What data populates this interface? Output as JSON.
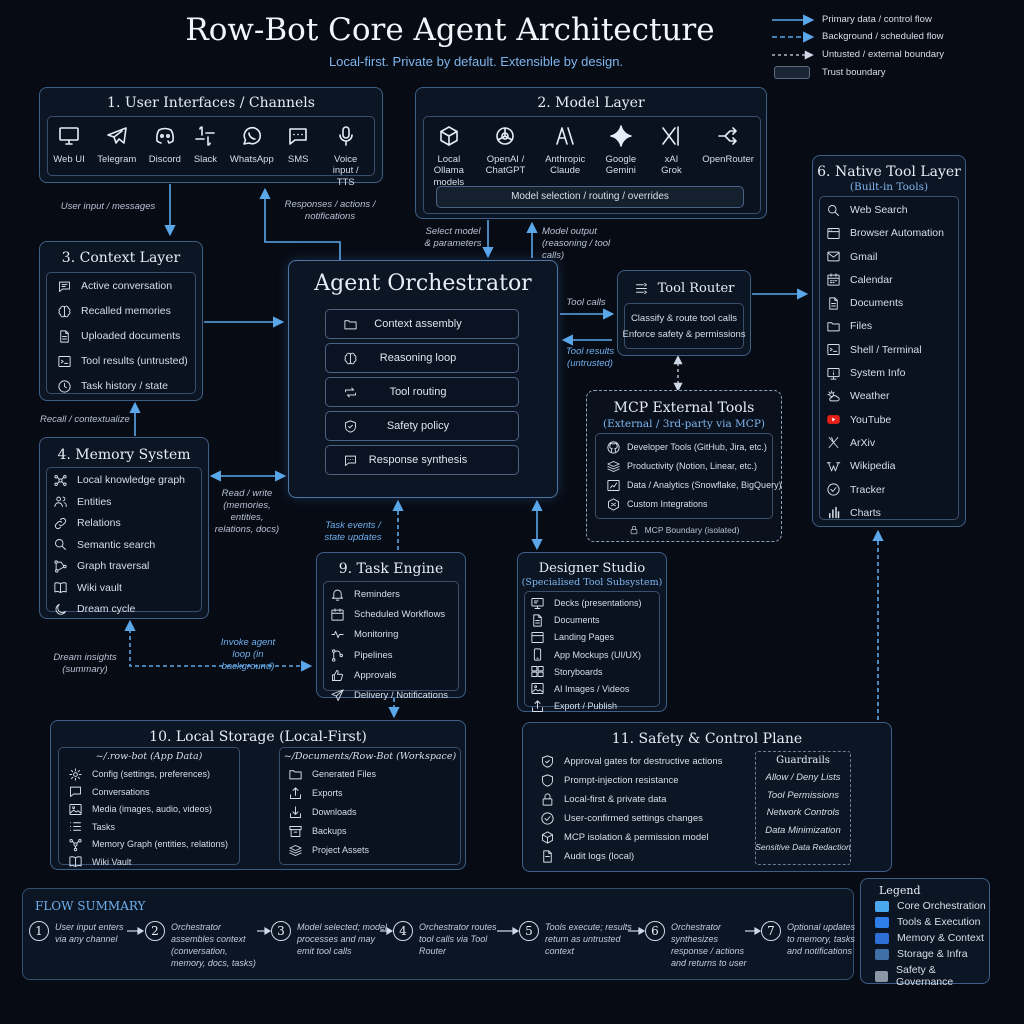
{
  "title": "Row-Bot Core Agent Architecture",
  "subtitle": "Local-first. Private by default. Extensible by design.",
  "legend_top": {
    "primary": "Primary data / control flow",
    "background": "Background / scheduled flow",
    "untrusted": "Untusted / external boundary",
    "trust": "Trust boundary"
  },
  "user_interfaces": {
    "title": "1. User Interfaces / Channels",
    "items": [
      {
        "label": "Web UI",
        "icon": "monitor-icon"
      },
      {
        "label": "Telegram",
        "icon": "telegram-icon"
      },
      {
        "label": "Discord",
        "icon": "discord-icon"
      },
      {
        "label": "Slack",
        "icon": "slack-icon"
      },
      {
        "label": "WhatsApp",
        "icon": "whatsapp-icon"
      },
      {
        "label": "SMS",
        "icon": "sms-icon"
      },
      {
        "label": "Voice input / TTS",
        "icon": "microphone-icon"
      }
    ]
  },
  "model_layer": {
    "title": "2. Model Layer",
    "items": [
      {
        "label": "Local Ollama models",
        "icon": "cube-icon"
      },
      {
        "label": "OpenAI / ChatGPT",
        "icon": "openai-icon"
      },
      {
        "label": "Anthropic Claude",
        "icon": "anthropic-icon"
      },
      {
        "label": "Google Gemini",
        "icon": "gemini-icon"
      },
      {
        "label": "xAI Grok",
        "icon": "xai-icon"
      },
      {
        "label": "OpenRouter",
        "icon": "openrouter-icon"
      }
    ],
    "bar": "Model selection / routing / overrides"
  },
  "context_layer": {
    "title": "3. Context Layer",
    "items": [
      {
        "label": "Active conversation",
        "icon": "chat-icon"
      },
      {
        "label": "Recalled memories",
        "icon": "brain-icon"
      },
      {
        "label": "Uploaded documents",
        "icon": "document-icon"
      },
      {
        "label": "Tool results (untrusted)",
        "icon": "terminal-icon"
      },
      {
        "label": "Task history / state",
        "icon": "clock-icon"
      }
    ]
  },
  "orchestrator": {
    "title": "Agent Orchestrator",
    "items": [
      {
        "label": "Context assembly",
        "icon": "folder-icon"
      },
      {
        "label": "Reasoning loop",
        "icon": "brain-icon"
      },
      {
        "label": "Tool routing",
        "icon": "route-icon"
      },
      {
        "label": "Safety policy",
        "icon": "shield-icon"
      },
      {
        "label": "Response synthesis",
        "icon": "chat-icon"
      }
    ]
  },
  "tool_router": {
    "title": "Tool Router",
    "line1": "Classify & route tool calls",
    "line2": "Enforce safety & permissions"
  },
  "native_tools": {
    "title": "6. Native Tool Layer",
    "subtitle": "(Built-in Tools)",
    "items": [
      {
        "label": "Web Search",
        "icon": "search-icon"
      },
      {
        "label": "Browser Automation",
        "icon": "browser-icon"
      },
      {
        "label": "Gmail",
        "icon": "mail-icon"
      },
      {
        "label": "Calendar",
        "icon": "calendar-icon"
      },
      {
        "label": "Documents",
        "icon": "document-icon"
      },
      {
        "label": "Files",
        "icon": "folder-icon"
      },
      {
        "label": "Shell / Terminal",
        "icon": "terminal-icon"
      },
      {
        "label": "System Info",
        "icon": "info-icon"
      },
      {
        "label": "Weather",
        "icon": "weather-icon"
      },
      {
        "label": "YouTube",
        "icon": "youtube-icon"
      },
      {
        "label": "ArXiv",
        "icon": "arxiv-icon"
      },
      {
        "label": "Wikipedia",
        "icon": "wikipedia-icon"
      },
      {
        "label": "Tracker",
        "icon": "check-circle-icon"
      },
      {
        "label": "Charts",
        "icon": "bar-chart-icon"
      }
    ]
  },
  "mcp": {
    "title": "MCP External Tools",
    "subtitle": "(External / 3rd-party via MCP)",
    "items": [
      {
        "label": "Developer Tools (GitHub, Jira, etc.)",
        "icon": "github-icon"
      },
      {
        "label": "Productivity (Notion, Linear, etc.)",
        "icon": "layers-icon"
      },
      {
        "label": "Data / Analytics (Snowflake, BigQuery)",
        "icon": "analytics-icon"
      },
      {
        "label": "Custom Integrations",
        "icon": "plug-icon"
      }
    ],
    "boundary": "MCP Boundary (isolated)"
  },
  "memory": {
    "title": "4. Memory System",
    "items": [
      {
        "label": "Local knowledge graph",
        "icon": "graph-icon"
      },
      {
        "label": "Entities",
        "icon": "users-icon"
      },
      {
        "label": "Relations",
        "icon": "link-icon"
      },
      {
        "label": "Semantic search",
        "icon": "search-icon"
      },
      {
        "label": "Graph traversal",
        "icon": "traversal-icon"
      },
      {
        "label": "Wiki vault",
        "icon": "book-icon"
      },
      {
        "label": "Dream cycle",
        "icon": "moon-icon"
      }
    ]
  },
  "task_engine": {
    "title": "9. Task Engine",
    "items": [
      {
        "label": "Reminders",
        "icon": "bell-icon"
      },
      {
        "label": "Scheduled Workflows",
        "icon": "calendar-icon"
      },
      {
        "label": "Monitoring",
        "icon": "pulse-icon"
      },
      {
        "label": "Pipelines",
        "icon": "pipeline-icon"
      },
      {
        "label": "Approvals",
        "icon": "thumbs-up-icon"
      },
      {
        "label": "Delivery / Notifications",
        "icon": "send-icon"
      }
    ]
  },
  "designer": {
    "title": "Designer Studio",
    "subtitle": "(Specialised Tool Subsystem)",
    "items": [
      {
        "label": "Decks (presentations)",
        "icon": "slides-icon"
      },
      {
        "label": "Documents",
        "icon": "document-icon"
      },
      {
        "label": "Landing Pages",
        "icon": "browser-icon"
      },
      {
        "label": "App Mockups (UI/UX)",
        "icon": "phone-icon"
      },
      {
        "label": "Storyboards",
        "icon": "grid-icon"
      },
      {
        "label": "AI Images / Videos",
        "icon": "image-icon"
      },
      {
        "label": "Export / Publish",
        "icon": "export-icon"
      }
    ]
  },
  "storage": {
    "title": "10. Local Storage (Local-First)",
    "app_title": "~/.row-bot (App Data)",
    "app_items": [
      {
        "label": "Config (settings, preferences)",
        "icon": "gear-icon"
      },
      {
        "label": "Conversations",
        "icon": "chat-icon"
      },
      {
        "label": "Media (images, audio, videos)",
        "icon": "image-icon"
      },
      {
        "label": "Tasks",
        "icon": "list-icon"
      },
      {
        "label": "Memory Graph (entities, relations)",
        "icon": "graph-icon"
      },
      {
        "label": "Wiki Vault",
        "icon": "book-icon"
      }
    ],
    "ws_title": "~/Documents/Row-Bot (Workspace)",
    "ws_items": [
      {
        "label": "Generated Files",
        "icon": "folder-icon"
      },
      {
        "label": "Exports",
        "icon": "export-icon"
      },
      {
        "label": "Downloads",
        "icon": "download-icon"
      },
      {
        "label": "Backups",
        "icon": "archive-icon"
      },
      {
        "label": "Project Assets",
        "icon": "layers-icon"
      }
    ]
  },
  "safety": {
    "title": "11. Safety & Control Plane",
    "items": [
      {
        "label": "Approval gates for destructive actions",
        "icon": "shield-check-icon"
      },
      {
        "label": "Prompt-injection resistance",
        "icon": "shield-icon"
      },
      {
        "label": "Local-first & private data",
        "icon": "lock-icon"
      },
      {
        "label": "User-confirmed settings changes",
        "icon": "check-circle-icon"
      },
      {
        "label": "MCP isolation & permission model",
        "icon": "cube-icon"
      },
      {
        "label": "Audit logs (local)",
        "icon": "document-icon"
      }
    ],
    "guardrails_title": "Guardrails",
    "guardrails": [
      "Allow / Deny Lists",
      "Tool Permissions",
      "Network Controls",
      "Data Minimization",
      "Sensitive Data Redaction"
    ]
  },
  "labels": {
    "user_input": "User input / messages",
    "responses": "Responses / actions / notifications",
    "select_model": "Select model & parameters",
    "model_output": "Model output (reasoning / tool calls)",
    "tool_calls": "Tool calls",
    "tool_results": "Tool results (untrusted)",
    "recall": "Recall / contextualize",
    "read_write": "Read / write (memories, entities, relations, docs)",
    "task_events": "Task events / state updates",
    "invoke_loop": "Invoke agent loop (in background)",
    "dream_insights": "Dream insights (summary)"
  },
  "flow_summary": {
    "title": "FLOW SUMMARY",
    "steps": [
      {
        "n": "1",
        "text": "User input enters via any channel"
      },
      {
        "n": "2",
        "text": "Orchestrator assembles context (conversation, memory, docs, tasks)"
      },
      {
        "n": "3",
        "text": "Model selected; model processes and may emit tool calls"
      },
      {
        "n": "4",
        "text": "Orchestrator routes tool calls via Tool Router"
      },
      {
        "n": "5",
        "text": "Tools execute; results return as untrusted context"
      },
      {
        "n": "6",
        "text": "Orchestrator synthesizes response / actions and returns to user"
      },
      {
        "n": "7",
        "text": "Optional updates to memory, tasks and notifications"
      }
    ]
  },
  "legend": {
    "title": "Legend",
    "items": [
      {
        "label": "Core Orchestration",
        "color": "#4aa8ee"
      },
      {
        "label": "Tools & Execution",
        "color": "#2f7de6"
      },
      {
        "label": "Memory & Context",
        "color": "#2d6fd4"
      },
      {
        "label": "Storage & Infra",
        "color": "#3f6fa4"
      },
      {
        "label": "Safety & Governance",
        "color": "#8b96a6"
      }
    ]
  }
}
